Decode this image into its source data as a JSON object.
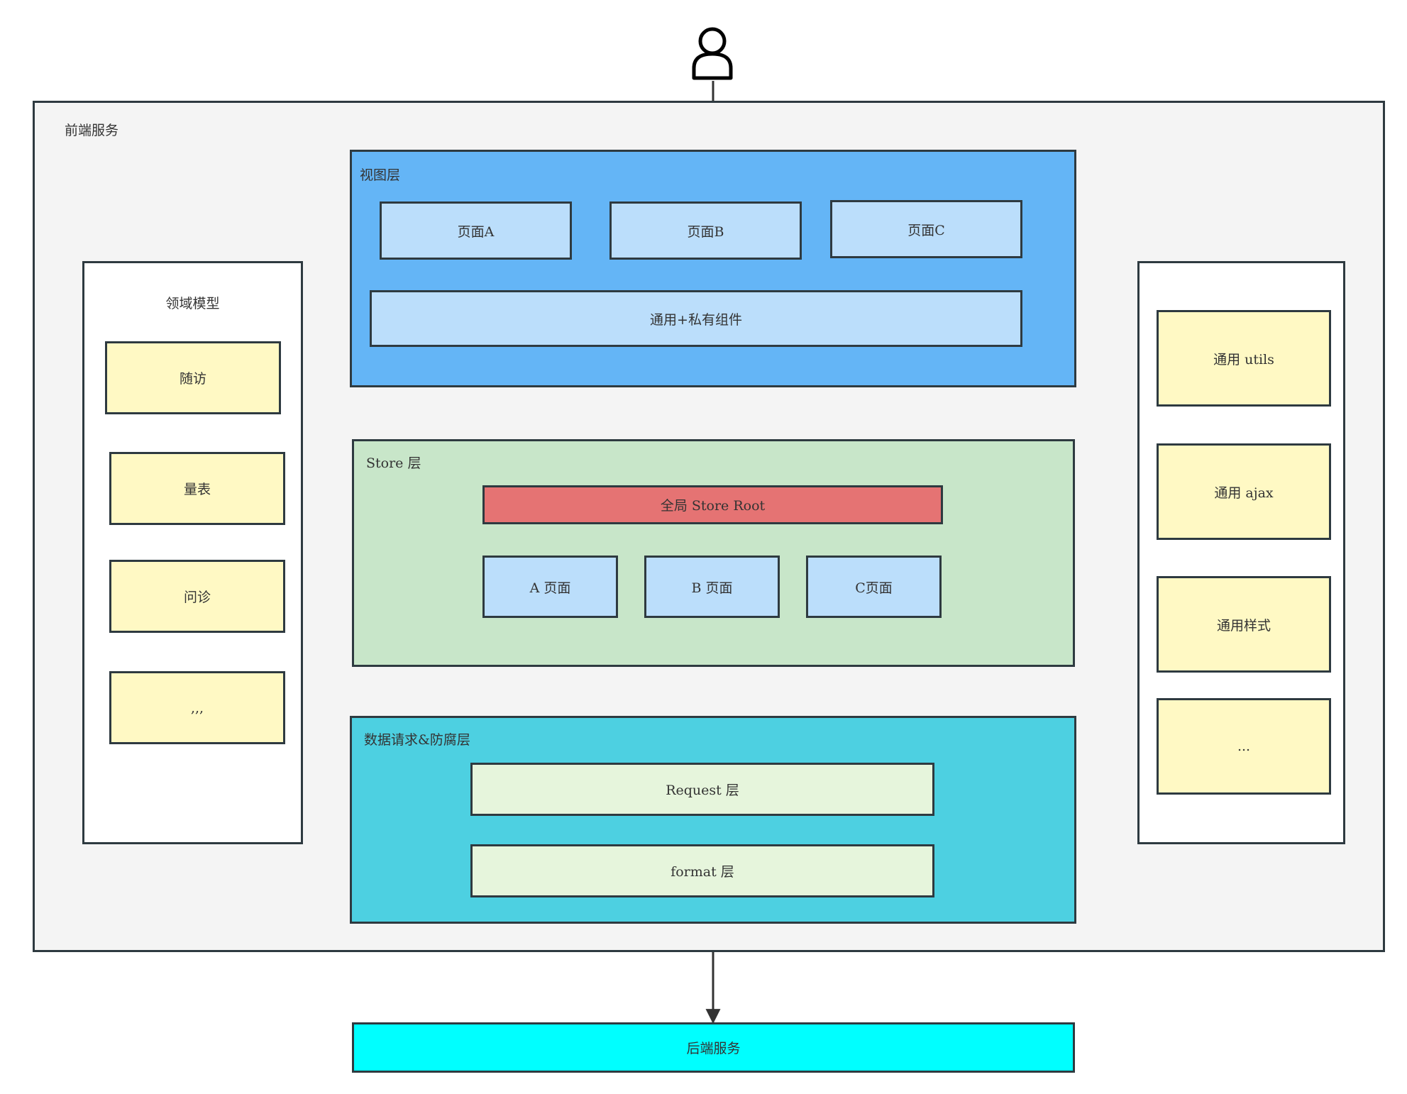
{
  "frontend": {
    "title": "前端服务",
    "view_layer": {
      "title": "视图层",
      "pages": [
        "页面A",
        "页面B",
        "页面C"
      ],
      "components": "通用+私有组件"
    },
    "store_layer": {
      "title": "Store 层",
      "root": "全局 Store Root",
      "pages": [
        "A 页面",
        "B 页面",
        "C页面"
      ]
    },
    "data_layer": {
      "title": "数据请求&防腐层",
      "request": "Request 层",
      "format": "format 层"
    },
    "domain_model": {
      "title": "领域模型",
      "items": [
        "随访",
        "量表",
        "问诊",
        ",,,"
      ]
    },
    "utilities": {
      "items": [
        "通用 utils",
        "通用 ajax",
        "通用样式",
        "..."
      ]
    }
  },
  "backend": {
    "label": "后端服务"
  },
  "colors": {
    "frontend_bg": "#f4f4f4",
    "view_layer": "#64b5f6",
    "store_layer": "#c8e6c9",
    "data_layer": "#4dd0e1",
    "page_box": "#bbdefb",
    "yellow_box": "#fff9c4",
    "store_root": "#e57373",
    "request_box": "#e6f5dc",
    "backend": "#00ffff",
    "border": "#2e3a40"
  },
  "icons": {
    "user": "user-icon"
  }
}
